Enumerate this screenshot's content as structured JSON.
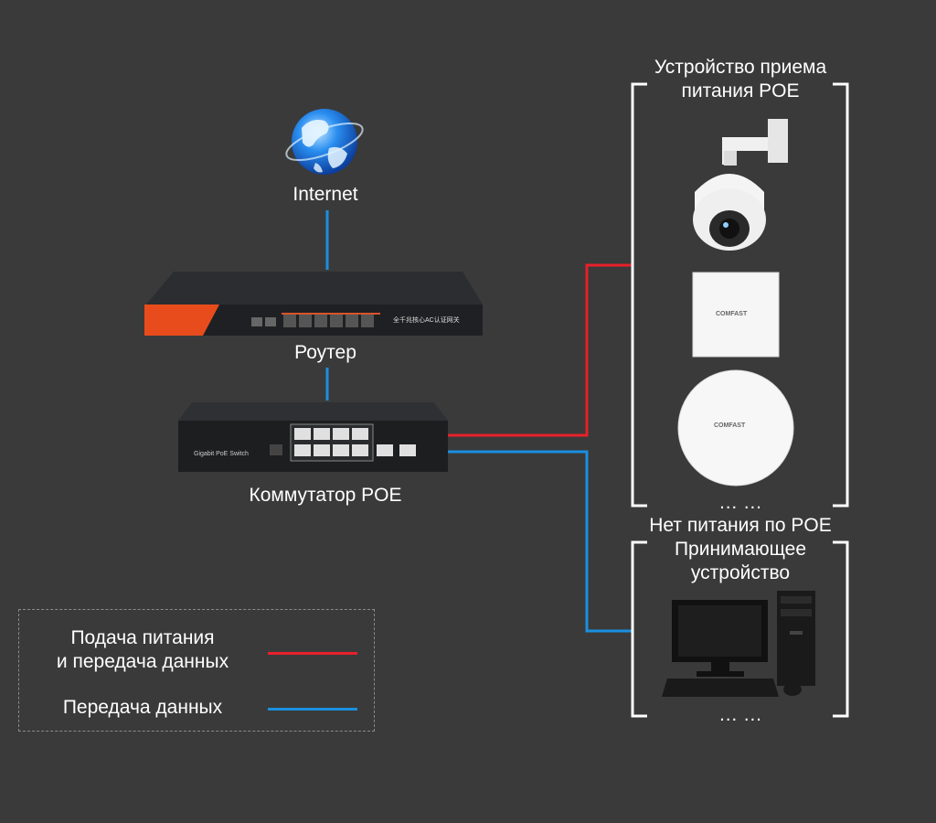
{
  "nodes": {
    "internet": "Internet",
    "router": "Роутер",
    "switch": "Коммутатор POE",
    "poe_group_title_1": "Устройство приема",
    "poe_group_title_2": "питания POE",
    "nonpoe_group_title_1": "Нет питания по POE",
    "nonpoe_group_title_2": "Принимающее",
    "nonpoe_group_title_3": "устройство",
    "ellipsis_1": "… …",
    "ellipsis_2": "… …"
  },
  "device_labels": {
    "router_front": "全千兆核心AC认证网关",
    "switch_front": "Gigabit PoE Switch",
    "ap_brand_1": "COMFAST",
    "ap_brand_2": "COMFAST"
  },
  "legend": {
    "red_line_1": "Подача питания",
    "red_line_2": "и передача данных",
    "blue_line": "Передача данных"
  },
  "colors": {
    "background": "#3a3a3a",
    "power_data_line": "#e8202a",
    "data_line": "#1a8fe0",
    "bracket": "#ffffff"
  }
}
